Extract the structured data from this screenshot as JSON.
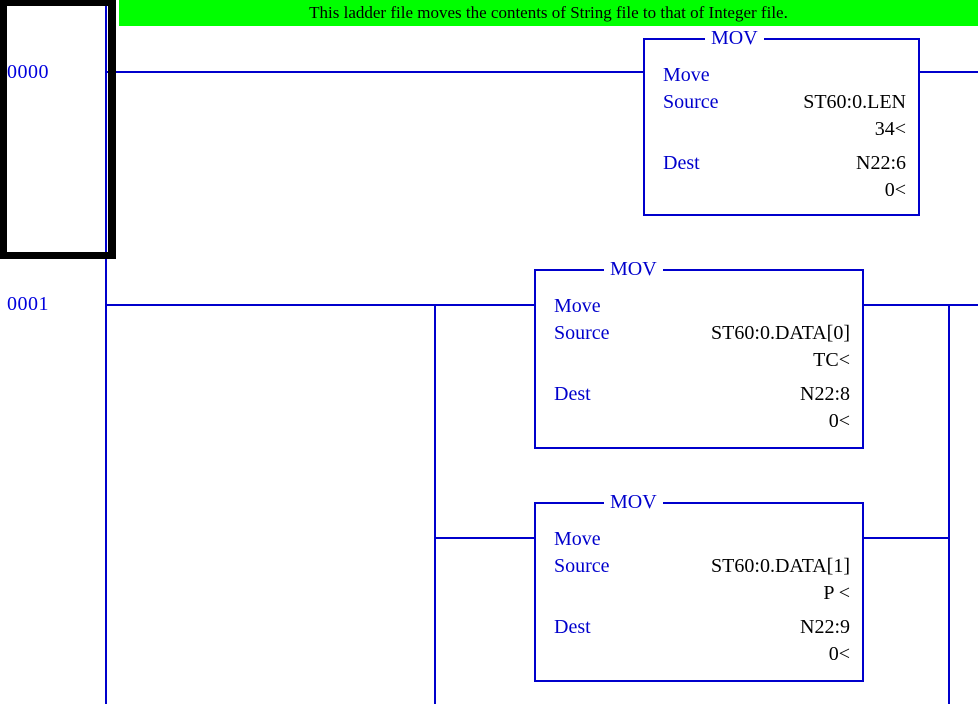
{
  "header": {
    "comment": "This ladder file moves the contents of String file to that of Integer file.",
    "background_color": "#00FF00",
    "text_color": "#000000"
  },
  "colors": {
    "wire": "#0000CC",
    "label": "#0000CC",
    "operand": "#000000",
    "selection": "#000000",
    "background": "#FFFFFF"
  },
  "rungs": [
    {
      "number": "0000",
      "selected": true,
      "instructions": [
        {
          "mnemonic": "MOV",
          "name": "Move",
          "source_label": "Source",
          "source_operand": "ST60:0.LEN",
          "source_value": "34<",
          "dest_label": "Dest",
          "dest_operand": "N22:6",
          "dest_value": "0<"
        }
      ]
    },
    {
      "number": "0001",
      "selected": false,
      "instructions": [
        {
          "mnemonic": "MOV",
          "name": "Move",
          "source_label": "Source",
          "source_operand": "ST60:0.DATA[0]",
          "source_value": "TC<",
          "dest_label": "Dest",
          "dest_operand": "N22:8",
          "dest_value": "0<"
        },
        {
          "mnemonic": "MOV",
          "name": "Move",
          "source_label": "Source",
          "source_operand": "ST60:0.DATA[1]",
          "source_value": "P <",
          "dest_label": "Dest",
          "dest_operand": "N22:9",
          "dest_value": "0<"
        }
      ]
    }
  ]
}
